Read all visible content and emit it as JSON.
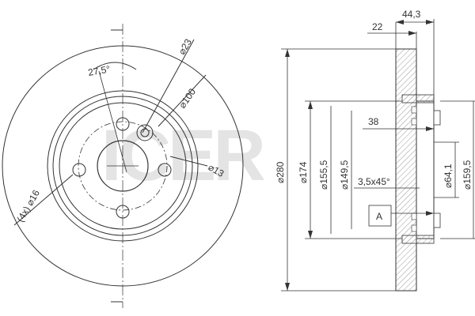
{
  "brand_watermark": "ICER",
  "front_view": {
    "angle": "27,5°",
    "hole_diameter": "⌀23",
    "pcd": "⌀100",
    "center_bore": "⌀13",
    "bolt_holes": "(4x) ⌀16"
  },
  "section_view": {
    "width_overall": "44,3",
    "thickness": "22",
    "hat_depth": "38",
    "chamfer": "3,5x45°",
    "ref_box": "A",
    "diameters": {
      "outer": "⌀280",
      "d174": "⌀174",
      "d155": "⌀155,5",
      "d149": "⌀149,5",
      "d64": "⌀64,1",
      "d159": "⌀159,5"
    }
  },
  "colors": {
    "line": "#333333",
    "watermark": "#e4e4e4",
    "hatch": "#9a9a9a"
  }
}
